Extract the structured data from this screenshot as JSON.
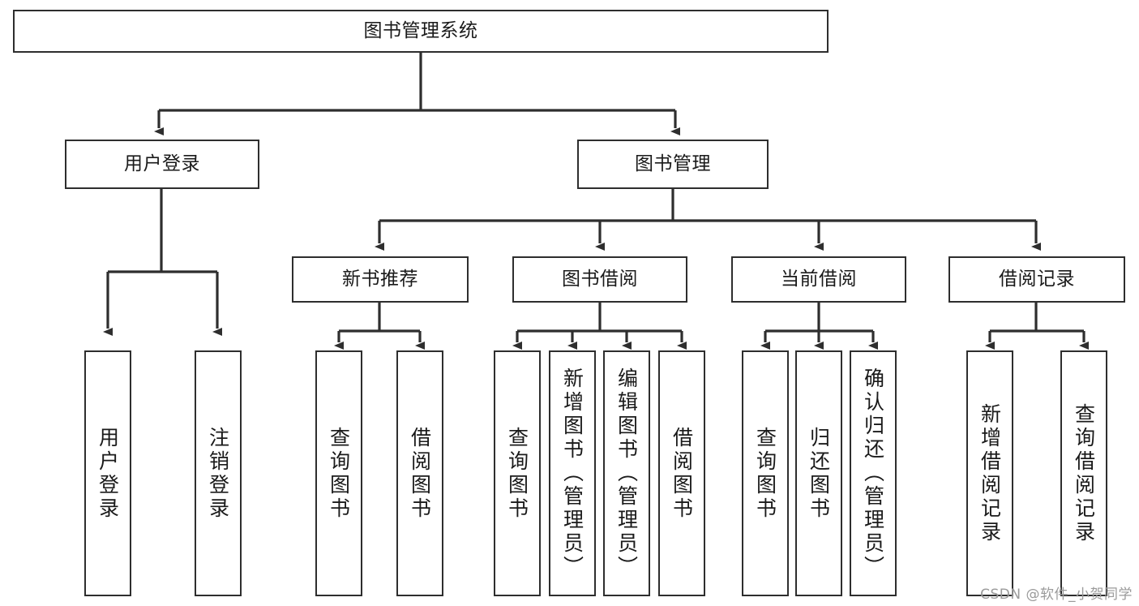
{
  "diagram": {
    "title": "图书管理系统",
    "type": "功能结构图",
    "root": {
      "label": "图书管理系统"
    },
    "level1": [
      {
        "label": "用户登录"
      },
      {
        "label": "图书管理"
      }
    ],
    "level2": [
      {
        "label": "新书推荐"
      },
      {
        "label": "图书借阅"
      },
      {
        "label": "当前借阅"
      },
      {
        "label": "借阅记录"
      }
    ],
    "leaves": {
      "user_login": [
        {
          "label": "用户登录"
        },
        {
          "label": "注销登录"
        }
      ],
      "new_book_recommend": [
        {
          "label": "查询图书"
        },
        {
          "label": "借阅图书"
        }
      ],
      "book_borrow": [
        {
          "label": "查询图书"
        },
        {
          "label": "新增图书（管理员）"
        },
        {
          "label": "编辑图书（管理员）"
        },
        {
          "label": "借阅图书"
        }
      ],
      "current_borrow": [
        {
          "label": "查询图书"
        },
        {
          "label": "归还图书"
        },
        {
          "label": "确认归还（管理员）"
        }
      ],
      "borrow_record": [
        {
          "label": "新增借阅记录"
        },
        {
          "label": "查询借阅记录"
        }
      ]
    }
  },
  "watermark": {
    "text": "CSDN @软件_小贺同学"
  },
  "colors": {
    "background": "#ffffff",
    "line": "#2e2e2e",
    "box_border": "#2e2e2e",
    "text": "#1a1a1a",
    "watermark": "#9a9a9a"
  }
}
